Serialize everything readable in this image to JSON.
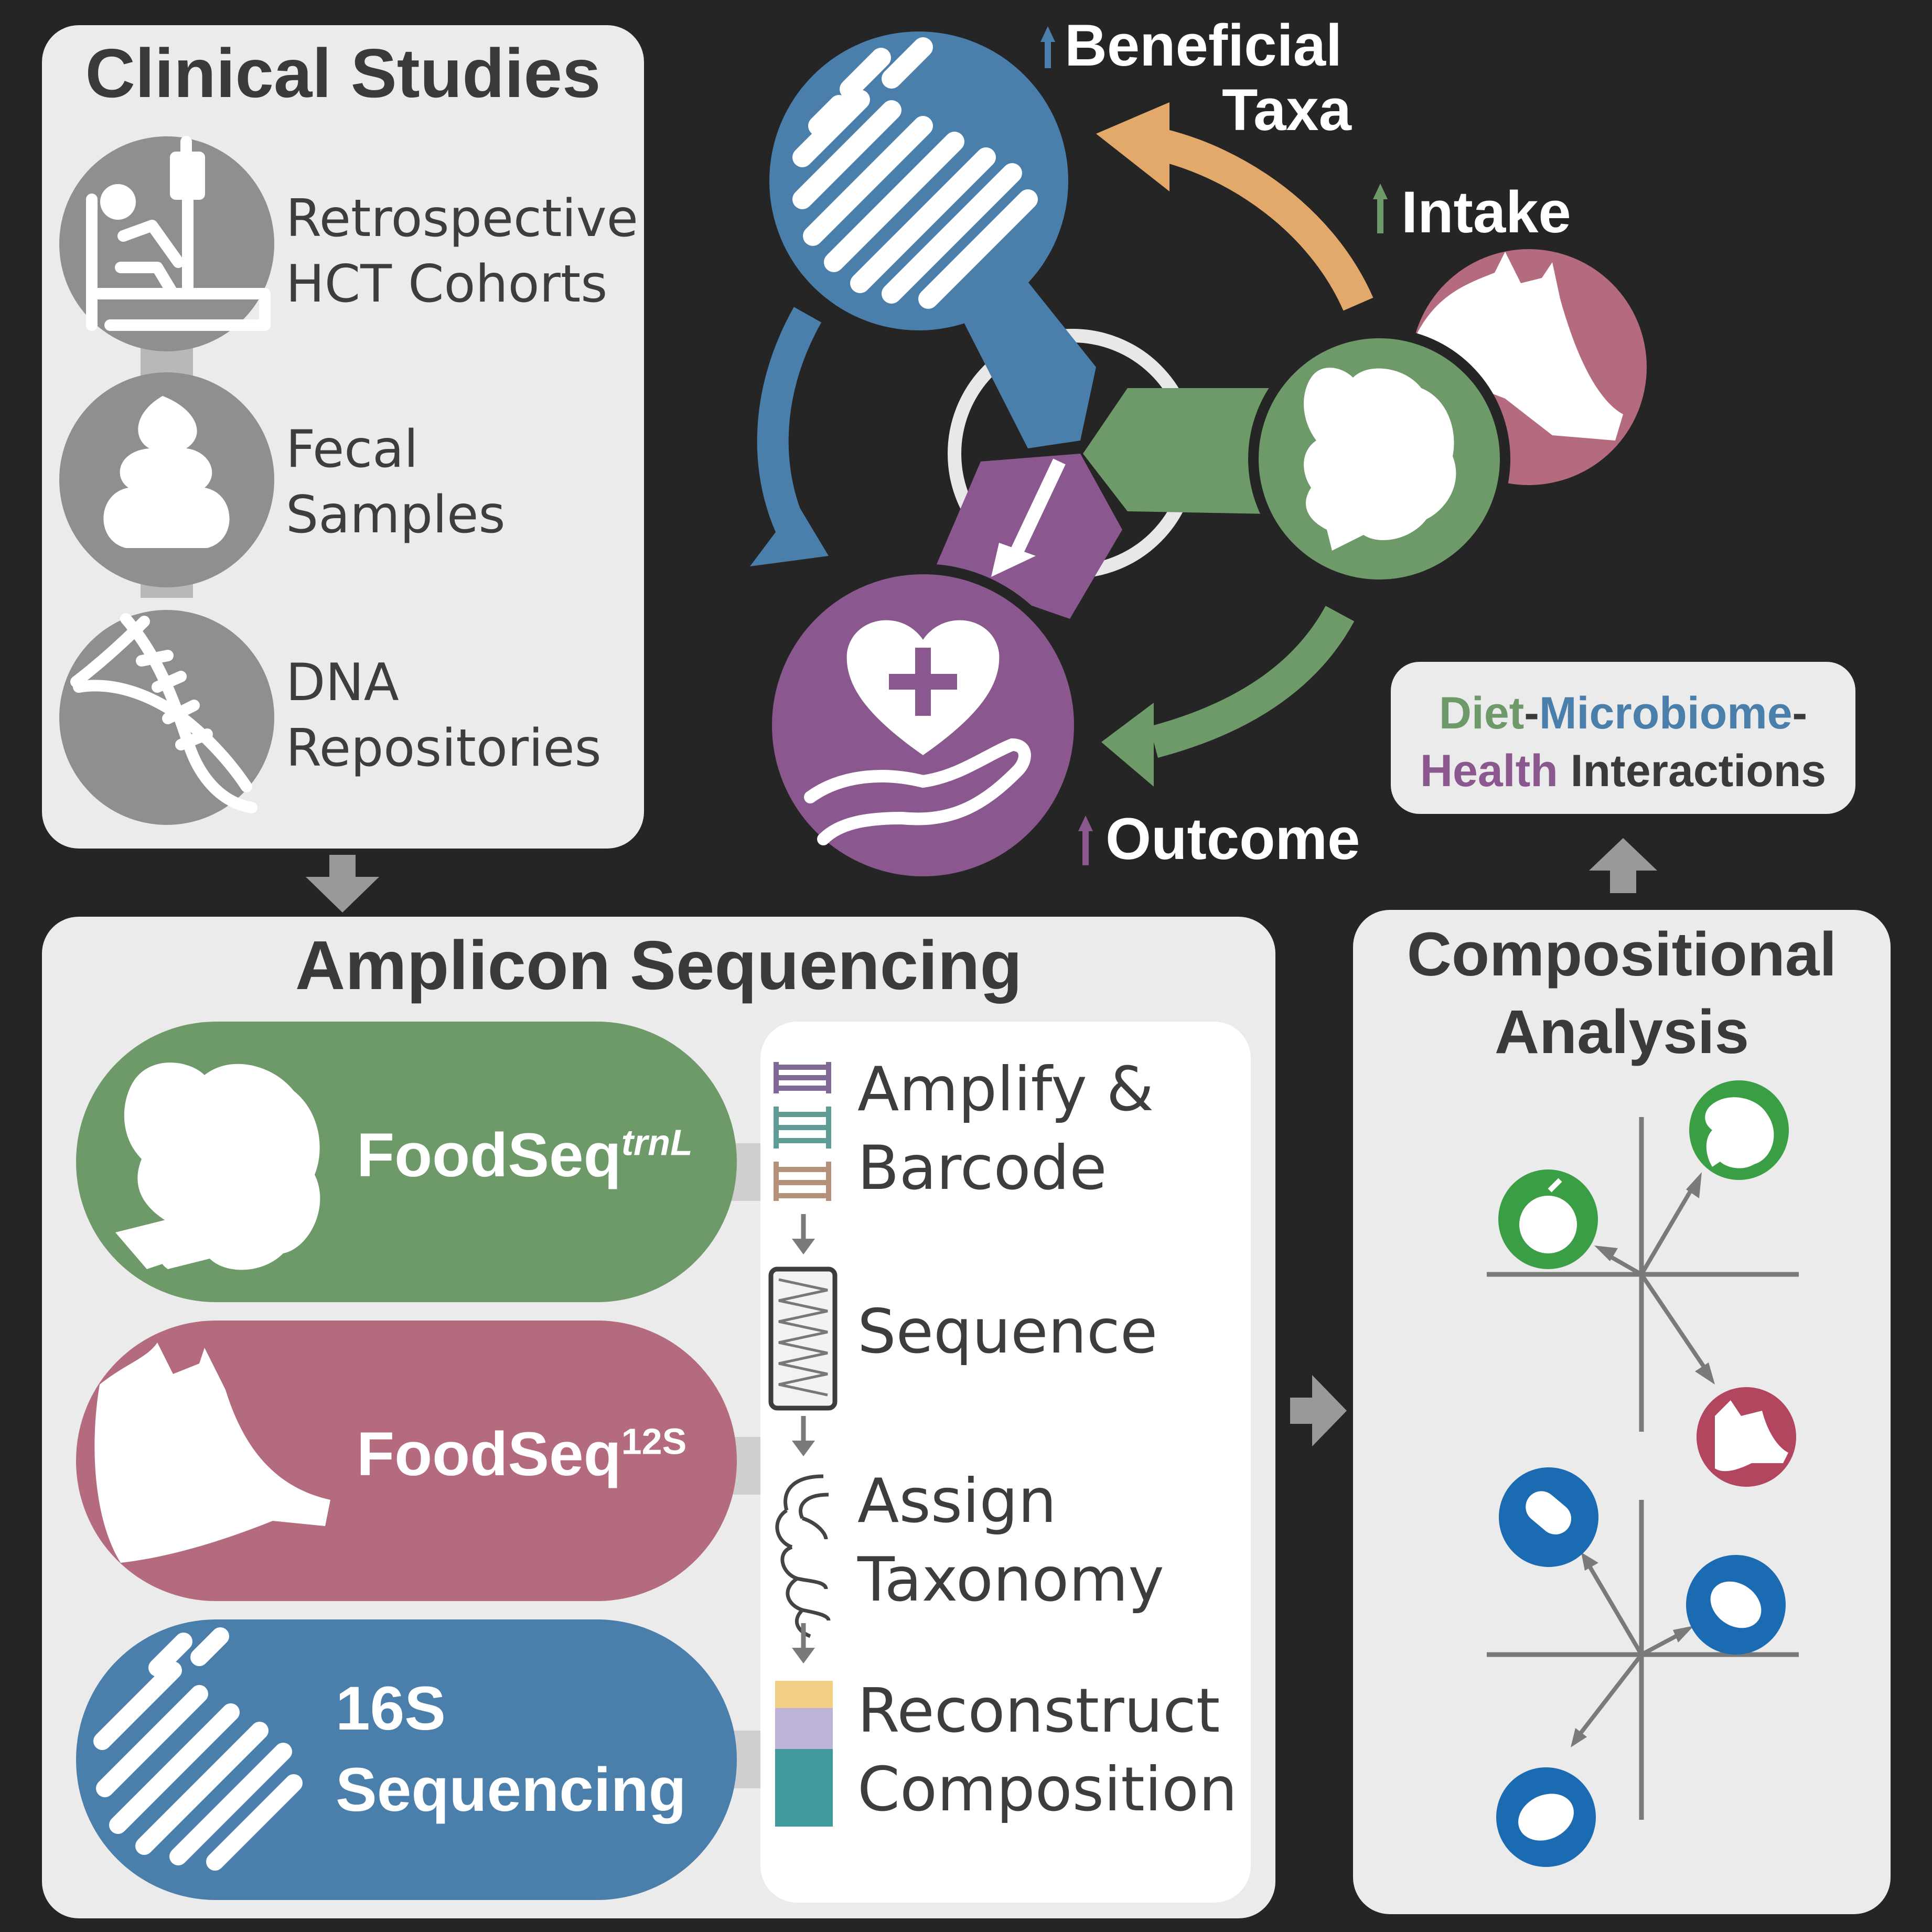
{
  "clinical": {
    "title": "Clinical Studies",
    "items": [
      {
        "line1": "Retrospective",
        "line2": "HCT Cohorts",
        "icon": "hospital-bed-icon"
      },
      {
        "line1": "Fecal",
        "line2": "Samples",
        "icon": "stool-icon"
      },
      {
        "line1": "DNA",
        "line2": "Repositories",
        "icon": "dna-icon"
      }
    ]
  },
  "cycle": {
    "beneficial_1": "Beneficial",
    "beneficial_2": "Taxa",
    "intake": "Intake",
    "outcome": "Outcome"
  },
  "interactions": {
    "diet": "Diet",
    "dash1": "-",
    "microbiome": "Microbiome",
    "dash2": "-",
    "health": "Health",
    "rest": " Interactions"
  },
  "amplicon": {
    "title": "Amplicon Sequencing",
    "methods": [
      {
        "name": "FoodSeq",
        "sup": "trnL"
      },
      {
        "name": "FoodSeq",
        "sup": "12S"
      },
      {
        "line1": "16S",
        "line2": "Sequencing"
      }
    ],
    "steps": [
      {
        "line1": "Amplify &",
        "line2": "Barcode"
      },
      {
        "line1": "Sequence"
      },
      {
        "line1": "Assign",
        "line2": "Taxonomy"
      },
      {
        "line1": "Reconstruct",
        "line2": "Composition"
      }
    ]
  },
  "compositional": {
    "title1": "Compositional",
    "title2": "Analysis"
  },
  "colors": {
    "background": "#252525",
    "panel": "#ebebeb",
    "green": "#6e9a6a",
    "blue": "#4a7eab",
    "purple": "#8a588e",
    "pink": "#b46b7d",
    "orange": "#e2a96a"
  }
}
